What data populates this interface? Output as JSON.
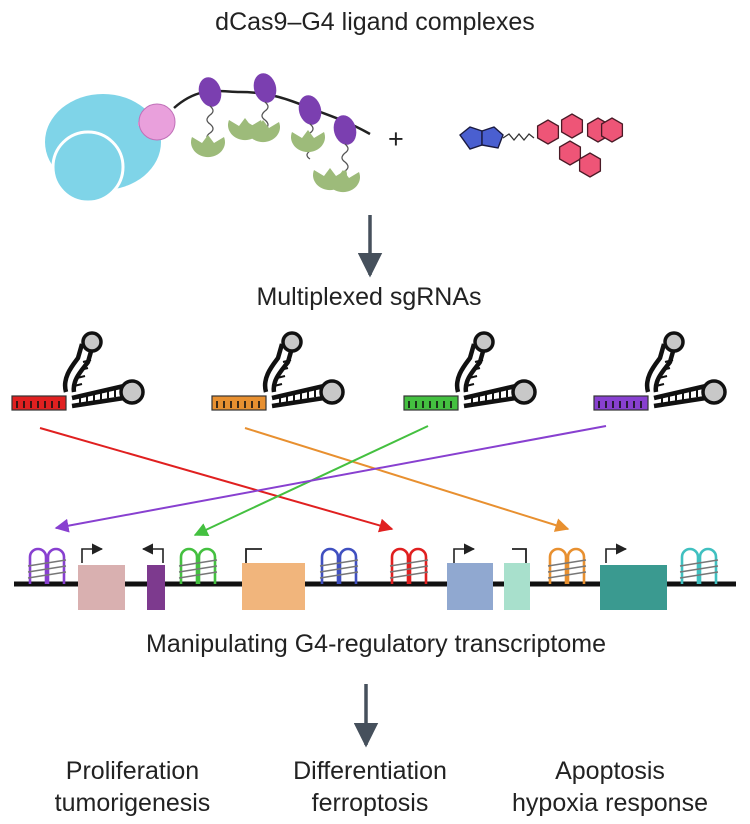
{
  "labels": {
    "complex_title": "dCas9–G4 ligand complexes",
    "plus": "+",
    "sgrna_title": "Multiplexed sgRNAs",
    "transcriptome_title": "Manipulating G4-regulatory transcriptome"
  },
  "outcomes": [
    {
      "line1": "Proliferation",
      "line2": "tumorigenesis"
    },
    {
      "line1": "Differentiation",
      "line2": "ferroptosis"
    },
    {
      "line1": "Apoptosis",
      "line2": "hypoxia response"
    }
  ],
  "colors": {
    "dcas9": "#7fd4e8",
    "linker": "#e9a0dc",
    "scfv": "#7b3fb0",
    "ligand_binder": "#9dbb7a",
    "pyridine": "#4a5fd0",
    "ring": "#ee5577",
    "sgrna_red": "#e02020",
    "sgrna_orange": "#e89030",
    "sgrna_green": "#44c040",
    "sgrna_purple": "#8840d0",
    "arrow": "#46505c",
    "g4_teal": "#40c0c0",
    "g4_navy": "#4050c0",
    "gene_pink": "#d9b0b0",
    "gene_purple": "#7d3a8e",
    "gene_orange": "#f1b57c",
    "gene_blue": "#90a8d0",
    "gene_mint": "#a8e0cc",
    "gene_teal": "#3a9a90"
  }
}
